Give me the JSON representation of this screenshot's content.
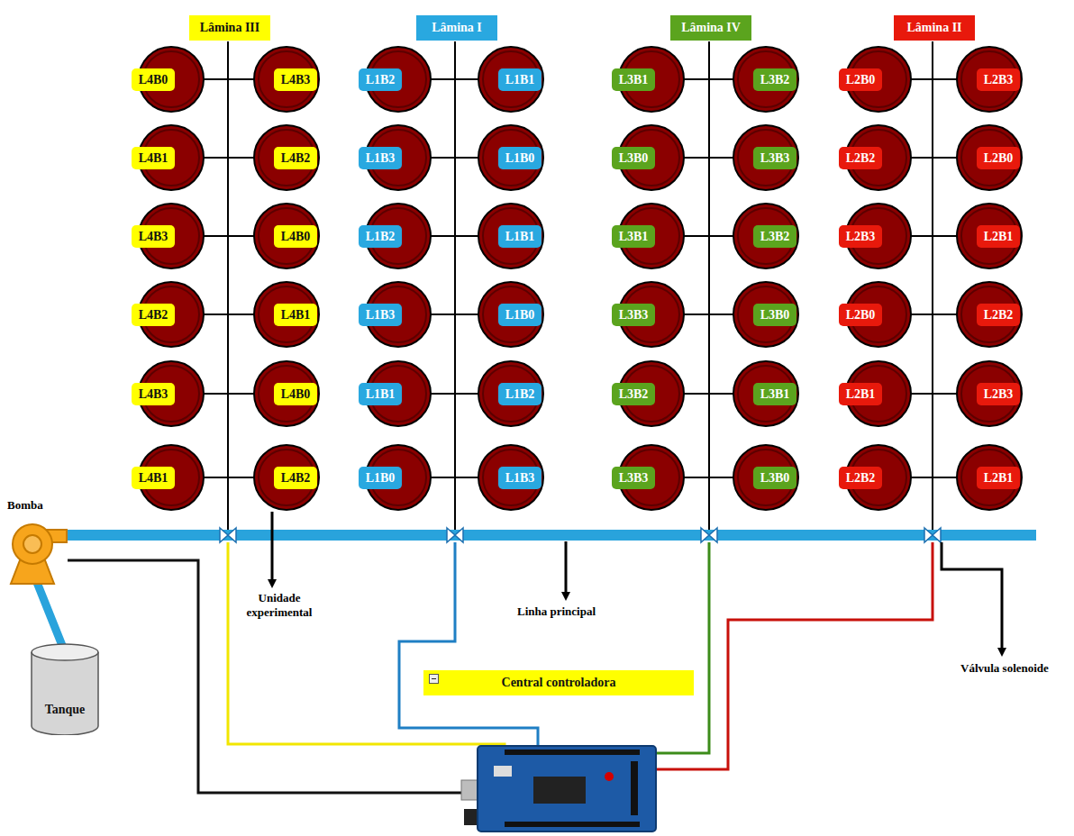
{
  "diagram": {
    "nodes": [
      {
        "text": [
          "Lâmina III"
        ]
      },
      {
        "text": [
          "Lâmina I"
        ]
      },
      {
        "text": [
          "Lâmina IV"
        ]
      },
      {
        "text": [
          "Lâmina II"
        ]
      },
      {
        "text": [
          "L4B0"
        ]
      },
      {
        "text": [
          "L4B3"
        ]
      },
      {
        "text": [
          "L4B1"
        ]
      },
      {
        "text": [
          "L4B2"
        ]
      },
      {
        "text": [
          "L4B3"
        ]
      },
      {
        "text": [
          "L4B0"
        ]
      },
      {
        "text": [
          "L4B2"
        ]
      },
      {
        "text": [
          "L4B1"
        ]
      },
      {
        "text": [
          "L4B3"
        ]
      },
      {
        "text": [
          "L4B0"
        ]
      },
      {
        "text": [
          "L4B1"
        ]
      },
      {
        "text": [
          "L4B2"
        ]
      },
      {
        "text": [
          "L1B2"
        ]
      },
      {
        "text": [
          "L1B1"
        ]
      },
      {
        "text": [
          "L1B3"
        ]
      },
      {
        "text": [
          "L1B0"
        ]
      },
      {
        "text": [
          "L1B2"
        ]
      },
      {
        "text": [
          "L1B1"
        ]
      },
      {
        "text": [
          "L1B3"
        ]
      },
      {
        "text": [
          "L1B0"
        ]
      },
      {
        "text": [
          "L1B1"
        ]
      },
      {
        "text": [
          "L1B2"
        ]
      },
      {
        "text": [
          "L1B0"
        ]
      },
      {
        "text": [
          "L1B3"
        ]
      },
      {
        "text": [
          "L3B1"
        ]
      },
      {
        "text": [
          "L3B2"
        ]
      },
      {
        "text": [
          "L3B0"
        ]
      },
      {
        "text": [
          "L3B3"
        ]
      },
      {
        "text": [
          "L3B1"
        ]
      },
      {
        "text": [
          "L3B2"
        ]
      },
      {
        "text": [
          "L3B3"
        ]
      },
      {
        "text": [
          "L3B0"
        ]
      },
      {
        "text": [
          "L3B2"
        ]
      },
      {
        "text": [
          "L3B1"
        ]
      },
      {
        "text": [
          "L3B3"
        ]
      },
      {
        "text": [
          "L3B0"
        ]
      },
      {
        "text": [
          "L2B0"
        ]
      },
      {
        "text": [
          "L2B3"
        ]
      },
      {
        "text": [
          "L2B2"
        ]
      },
      {
        "text": [
          "L2B0"
        ]
      },
      {
        "text": [
          "L2B3"
        ]
      },
      {
        "text": [
          "L2B1"
        ]
      },
      {
        "text": [
          "L2B0"
        ]
      },
      {
        "text": [
          "L2B2"
        ]
      },
      {
        "text": [
          "L2B1"
        ]
      },
      {
        "text": [
          "L2B3"
        ]
      },
      {
        "text": [
          "L2B2"
        ]
      },
      {
        "text": [
          "L2B1"
        ]
      },
      {
        "text": [
          "Central controladora"
        ]
      },
      {
        "text": [
          "Tanque"
        ]
      }
    ],
    "labels": [
      "Bomba",
      "Unidade experimental",
      "Linha principal",
      "Válvula solenoide"
    ]
  }
}
